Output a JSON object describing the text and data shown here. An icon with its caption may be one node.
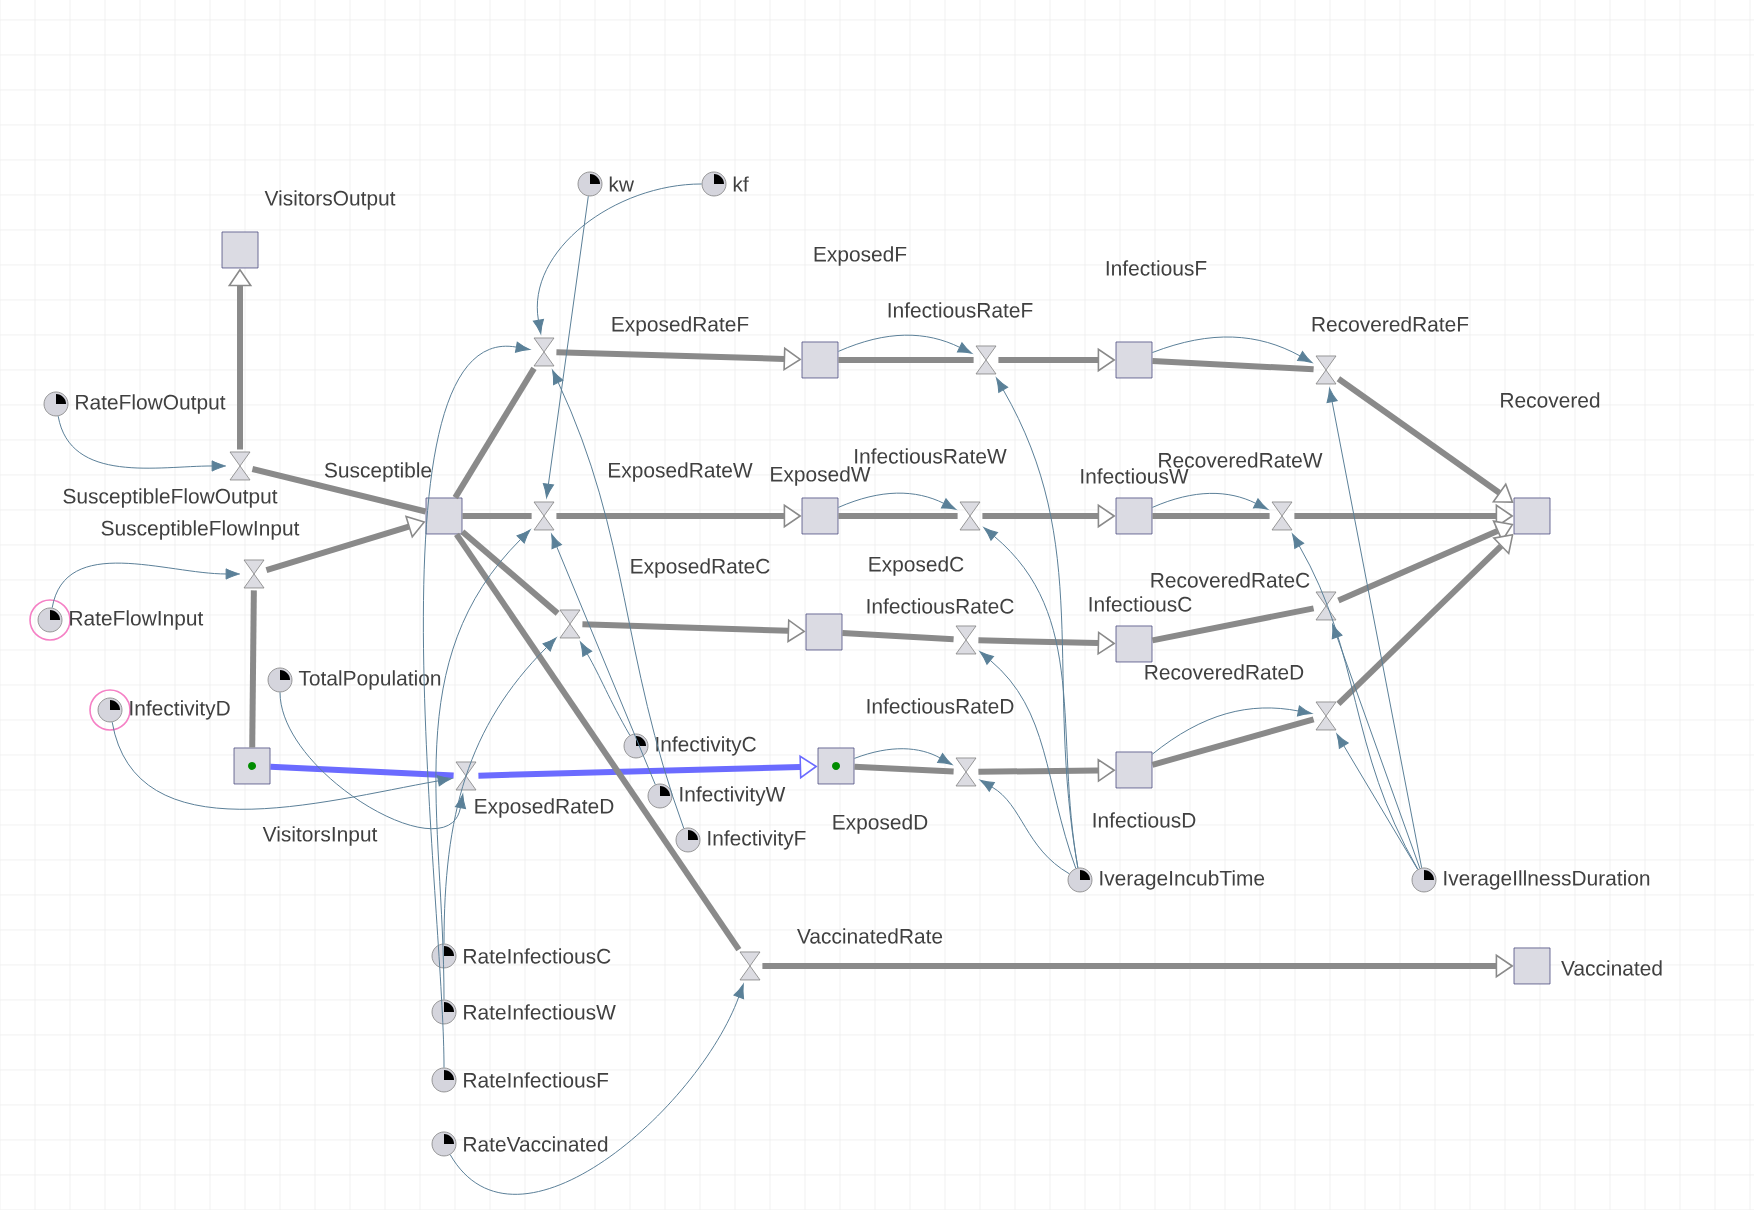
{
  "diagram": {
    "nodes": [
      {
        "text": [
          "VisitorsOutput"
        ]
      },
      {
        "text": [
          "Susceptible"
        ]
      },
      {
        "text": [
          "ExposedF"
        ]
      },
      {
        "text": [
          "ExposedW"
        ]
      },
      {
        "text": [
          "ExposedC"
        ]
      },
      {
        "text": [
          "ExposedD"
        ]
      },
      {
        "text": [
          "InfectiousF"
        ]
      },
      {
        "text": [
          "InfectiousW"
        ]
      },
      {
        "text": [
          "InfectiousC"
        ]
      },
      {
        "text": [
          "InfectiousD"
        ]
      },
      {
        "text": [
          "Recovered"
        ]
      },
      {
        "text": [
          "Vaccinated"
        ]
      },
      {
        "text": [
          "VisitorsInput"
        ]
      },
      {
        "text": [
          "SusceptibleFlowOutput"
        ]
      },
      {
        "text": [
          "SusceptibleFlowInput"
        ]
      },
      {
        "text": [
          "ExposedRateF"
        ]
      },
      {
        "text": [
          "ExposedRateW"
        ]
      },
      {
        "text": [
          "ExposedRateC"
        ]
      },
      {
        "text": [
          "ExposedRateD"
        ]
      },
      {
        "text": [
          "InfectiousRateF"
        ]
      },
      {
        "text": [
          "InfectiousRateW"
        ]
      },
      {
        "text": [
          "InfectiousRateC"
        ]
      },
      {
        "text": [
          "InfectiousRateD"
        ]
      },
      {
        "text": [
          "RecoveredRateF"
        ]
      },
      {
        "text": [
          "RecoveredRateW"
        ]
      },
      {
        "text": [
          "RecoveredRateC"
        ]
      },
      {
        "text": [
          "RecoveredRateD"
        ]
      },
      {
        "text": [
          "VaccinatedRate"
        ]
      },
      {
        "text": [
          "kw"
        ]
      },
      {
        "text": [
          "kf"
        ]
      },
      {
        "text": [
          "RateFlowOutput"
        ]
      },
      {
        "text": [
          "RateFlowInput"
        ]
      },
      {
        "text": [
          "InfectivityD"
        ]
      },
      {
        "text": [
          "TotalPopulation"
        ]
      },
      {
        "text": [
          "InfectivityC"
        ]
      },
      {
        "text": [
          "InfectivityW"
        ]
      },
      {
        "text": [
          "InfectivityF"
        ]
      },
      {
        "text": [
          "IverageIncubTime"
        ]
      },
      {
        "text": [
          "IverageIllnessDuration"
        ]
      },
      {
        "text": [
          "RateInfectiousC"
        ]
      },
      {
        "text": [
          "RateInfectiousW"
        ]
      },
      {
        "text": [
          "RateInfectiousF"
        ]
      },
      {
        "text": [
          "RateVaccinated"
        ]
      }
    ],
    "edges": [
      {
        "from": 1,
        "to": 13,
        "arrow": "none"
      },
      {
        "from": 13,
        "to": 0,
        "arrow": "to"
      },
      {
        "from": 12,
        "to": 14,
        "arrow": "none"
      },
      {
        "from": 14,
        "to": 1,
        "arrow": "to"
      },
      {
        "from": 1,
        "to": 15,
        "arrow": "none"
      },
      {
        "from": 15,
        "to": 2,
        "arrow": "to"
      },
      {
        "from": 1,
        "to": 16,
        "arrow": "none"
      },
      {
        "from": 16,
        "to": 3,
        "arrow": "to"
      },
      {
        "from": 1,
        "to": 17,
        "arrow": "none"
      },
      {
        "from": 17,
        "to": 4,
        "arrow": "to"
      },
      {
        "from": 12,
        "to": 18,
        "arrow": "none",
        "color": "#6b6bff"
      },
      {
        "from": 18,
        "to": 5,
        "arrow": "to",
        "color": "#6b6bff"
      },
      {
        "from": 2,
        "to": 19,
        "arrow": "none"
      },
      {
        "from": 19,
        "to": 6,
        "arrow": "to"
      },
      {
        "from": 3,
        "to": 20,
        "arrow": "none"
      },
      {
        "from": 20,
        "to": 7,
        "arrow": "to"
      },
      {
        "from": 4,
        "to": 21,
        "arrow": "none"
      },
      {
        "from": 21,
        "to": 8,
        "arrow": "to"
      },
      {
        "from": 5,
        "to": 22,
        "arrow": "none"
      },
      {
        "from": 22,
        "to": 9,
        "arrow": "to"
      },
      {
        "from": 6,
        "to": 23,
        "arrow": "none"
      },
      {
        "from": 23,
        "to": 10,
        "arrow": "to"
      },
      {
        "from": 7,
        "to": 24,
        "arrow": "none"
      },
      {
        "from": 24,
        "to": 10,
        "arrow": "to"
      },
      {
        "from": 8,
        "to": 25,
        "arrow": "none"
      },
      {
        "from": 25,
        "to": 10,
        "arrow": "to"
      },
      {
        "from": 9,
        "to": 26,
        "arrow": "none"
      },
      {
        "from": 26,
        "to": 10,
        "arrow": "to"
      },
      {
        "from": 1,
        "to": 27,
        "arrow": "none"
      },
      {
        "from": 27,
        "to": 11,
        "arrow": "to"
      },
      {
        "from": 30,
        "to": 13,
        "arrow": "to",
        "color": "#5a8098"
      },
      {
        "from": 31,
        "to": 14,
        "arrow": "to",
        "color": "#5a8098"
      },
      {
        "from": 32,
        "to": 18,
        "arrow": "to",
        "color": "#5a8098"
      },
      {
        "from": 33,
        "to": 18,
        "arrow": "to",
        "color": "#5a8098"
      },
      {
        "from": 28,
        "to": 16,
        "arrow": "to",
        "color": "#5a8098"
      },
      {
        "from": 29,
        "to": 15,
        "arrow": "to",
        "color": "#5a8098"
      },
      {
        "from": 34,
        "to": 17,
        "arrow": "to",
        "color": "#5a8098"
      },
      {
        "from": 35,
        "to": 16,
        "arrow": "to",
        "color": "#5a8098"
      },
      {
        "from": 36,
        "to": 15,
        "arrow": "to",
        "color": "#5a8098"
      },
      {
        "from": 39,
        "to": 17,
        "arrow": "to",
        "color": "#5a8098"
      },
      {
        "from": 40,
        "to": 16,
        "arrow": "to",
        "color": "#5a8098"
      },
      {
        "from": 41,
        "to": 15,
        "arrow": "to",
        "color": "#5a8098"
      },
      {
        "from": 42,
        "to": 27,
        "arrow": "to",
        "color": "#5a8098"
      },
      {
        "from": 2,
        "to": 19,
        "arrow": "to",
        "color": "#5a8098"
      },
      {
        "from": 3,
        "to": 20,
        "arrow": "to",
        "color": "#5a8098"
      },
      {
        "from": 6,
        "to": 23,
        "arrow": "to",
        "color": "#5a8098"
      },
      {
        "from": 7,
        "to": 24,
        "arrow": "to",
        "color": "#5a8098"
      },
      {
        "from": 5,
        "to": 22,
        "arrow": "to",
        "color": "#5a8098"
      },
      {
        "from": 9,
        "to": 26,
        "arrow": "to",
        "color": "#5a8098"
      },
      {
        "from": 37,
        "to": 19,
        "arrow": "to",
        "color": "#5a8098"
      },
      {
        "from": 37,
        "to": 20,
        "arrow": "to",
        "color": "#5a8098"
      },
      {
        "from": 37,
        "to": 21,
        "arrow": "to",
        "color": "#5a8098"
      },
      {
        "from": 37,
        "to": 22,
        "arrow": "to",
        "color": "#5a8098"
      },
      {
        "from": 38,
        "to": 23,
        "arrow": "to",
        "color": "#5a8098"
      },
      {
        "from": 38,
        "to": 24,
        "arrow": "to",
        "color": "#5a8098"
      },
      {
        "from": 38,
        "to": 25,
        "arrow": "to",
        "color": "#5a8098"
      },
      {
        "from": 38,
        "to": 26,
        "arrow": "to",
        "color": "#5a8098"
      }
    ]
  }
}
